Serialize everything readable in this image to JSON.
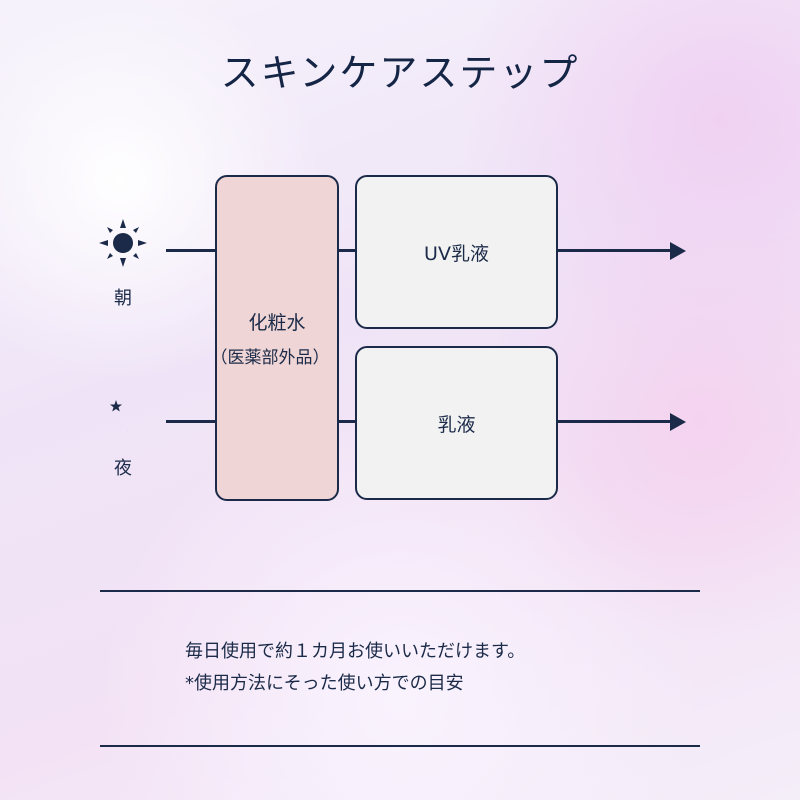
{
  "title": "スキンケアステップ",
  "rows": {
    "morning": {
      "label": "朝",
      "icon": "sun-icon"
    },
    "night": {
      "label": "夜",
      "icon": "moon-star-icon"
    }
  },
  "steps": {
    "toner": {
      "name": "化粧水",
      "note": "（医薬部外品）"
    },
    "uv": {
      "name": "UV乳液"
    },
    "milk": {
      "name": "乳液"
    }
  },
  "notes": [
    "毎日使用で約１カ月お使いいただけます。",
    "*使用方法にそった使い方での目安"
  ]
}
